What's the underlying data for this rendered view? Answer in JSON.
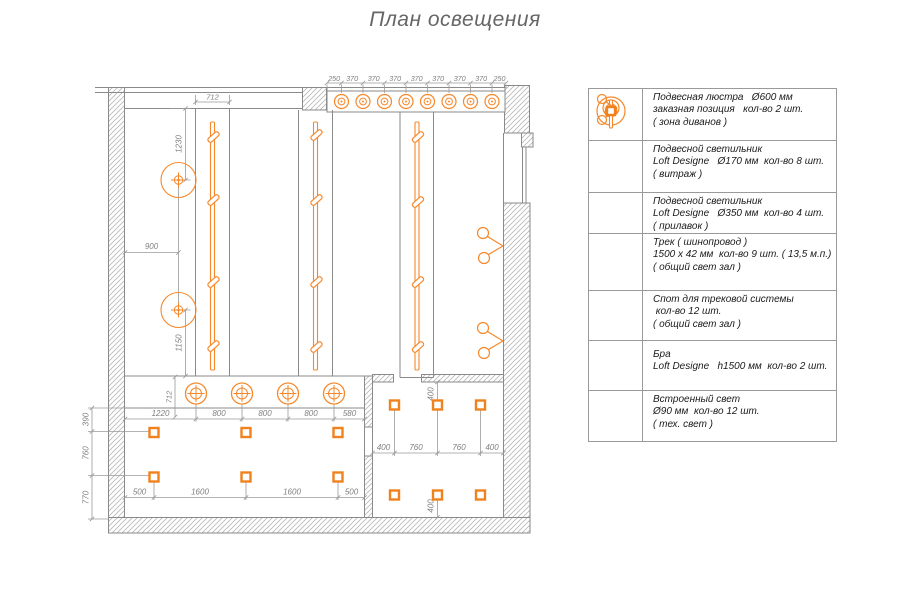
{
  "title": "План освещения",
  "colors": {
    "accent": "#F6882B",
    "wall_line": "#8A8A8A",
    "dim_line": "#9A9A9A",
    "dim_text": "#7F7F7F",
    "legend_text": "#1A1A1A"
  },
  "plan": {
    "dims": {
      "top": [
        "250",
        "370",
        "370",
        "370",
        "370",
        "370",
        "370",
        "370",
        "250"
      ],
      "track_width": "712",
      "hall_left": [
        "1230",
        "900",
        "1150"
      ],
      "counter_height": "712",
      "counter_row": [
        "1220",
        "800",
        "800",
        "800",
        "580"
      ],
      "left_column": [
        "390",
        "760",
        "770"
      ],
      "room1_bottom": [
        "500",
        "1600",
        "1600",
        "500"
      ],
      "room2_row": [
        "400",
        "760",
        "760",
        "400"
      ],
      "room2_col": [
        "400",
        "400"
      ]
    }
  },
  "legend": {
    "rows": [
      {
        "icon": "chandelier-icon",
        "lines": [
          "Подвесная люстра   Ø600 мм",
          "заказная позиция   кол-во 2 шт.",
          "( зона диванов )"
        ]
      },
      {
        "icon": "pendant-light-170-icon",
        "lines": [
          "Подвесной светильник",
          "Loft Designe   Ø170 мм  кол-во 8 шт.",
          "( витраж )"
        ]
      },
      {
        "icon": "pendant-light-350-icon",
        "lines": [
          "Подвесной светильник",
          "Loft Designe   Ø350 мм  кол-во 4 шт.",
          "( прилавок )"
        ]
      },
      {
        "icon": "track-icon",
        "lines": [
          "Трек ( шинопровод )",
          "1500 x 42 мм  кол-во 9 шт. ( 13,5 м.п.)",
          "( общий свет зал )"
        ]
      },
      {
        "icon": "track-spot-icon",
        "lines": [
          "Спот для трековой системы",
          " кол-во 12 шт.",
          "( общий свет зал )"
        ]
      },
      {
        "icon": "sconce-icon",
        "lines": [
          "Бра",
          "Loft Designe   h1500 мм  кол-во 2 шт."
        ]
      },
      {
        "icon": "recessed-light-icon",
        "lines": [
          "Встроенный свет",
          "Ø90 мм  кол-во 12 шт.",
          "( тех. свет )"
        ]
      }
    ]
  }
}
